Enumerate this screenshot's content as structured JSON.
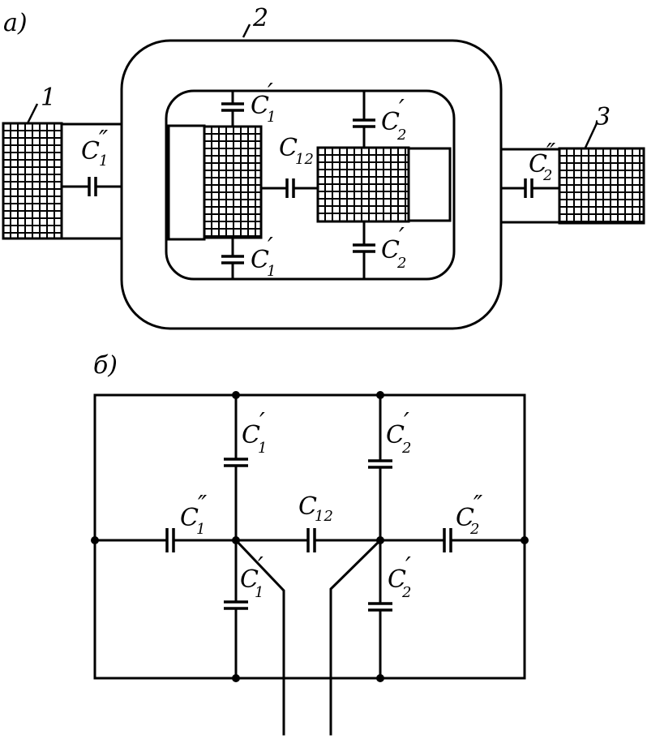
{
  "panel_a": {
    "label": "a)",
    "labels": {
      "winding1": "1",
      "core": "2",
      "winding3": "3"
    },
    "capacitors": {
      "c1pp": {
        "main": "C",
        "sup": "″",
        "sub": "1"
      },
      "c1p_top": {
        "main": "C",
        "sup": "′",
        "sub": "1"
      },
      "c1p_bot": {
        "main": "C",
        "sup": "′",
        "sub": "1"
      },
      "c12": {
        "main": "C",
        "sub": "12"
      },
      "c2p_top": {
        "main": "C",
        "sup": "′",
        "sub": "2"
      },
      "c2p_bot": {
        "main": "C",
        "sup": "′",
        "sub": "2"
      },
      "c2pp": {
        "main": "C",
        "sup": "″",
        "sub": "2"
      }
    }
  },
  "panel_b": {
    "label": "б)",
    "capacitors": {
      "c1p_top": {
        "main": "C",
        "sup": "′",
        "sub": "1"
      },
      "c2p_top": {
        "main": "C",
        "sup": "′",
        "sub": "2"
      },
      "c1pp": {
        "main": "C",
        "sup": "″",
        "sub": "1"
      },
      "c12": {
        "main": "C",
        "sub": "12"
      },
      "c2pp": {
        "main": "C",
        "sup": "″",
        "sub": "2"
      },
      "c1p_bot": {
        "main": "C",
        "sup": "′",
        "sub": "1"
      },
      "c2p_bot": {
        "main": "C",
        "sup": "′",
        "sub": "2"
      }
    }
  },
  "colors": {
    "ink": "#000000",
    "paper": "#ffffff"
  }
}
